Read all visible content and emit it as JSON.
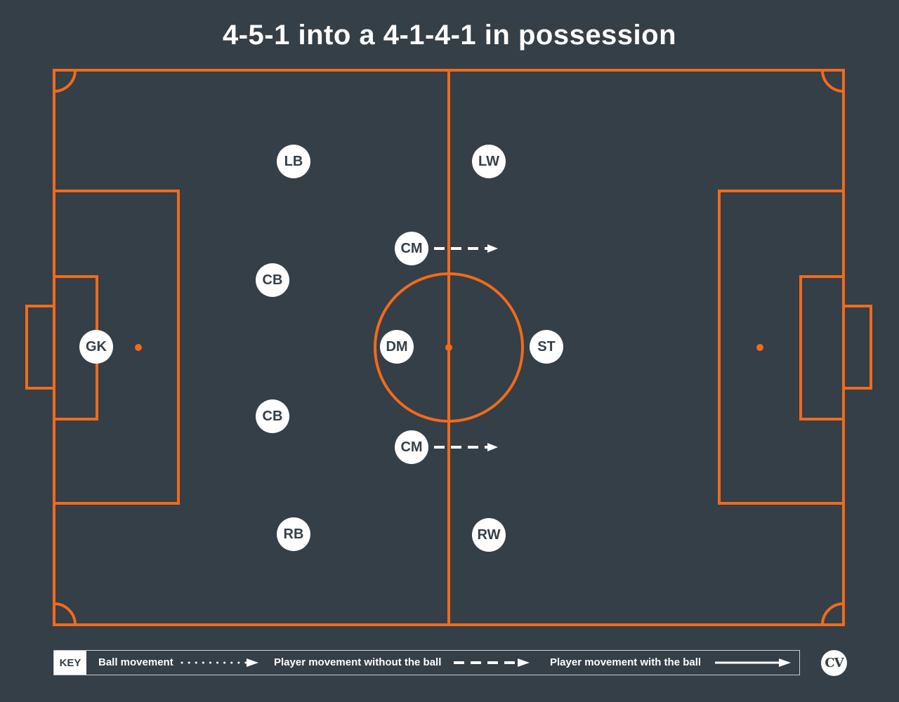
{
  "title": "4-5-1 into a 4-1-4-1 in possession",
  "colors": {
    "background": "#343f48",
    "pitch_lines": "#f26a1b",
    "player_fill": "#ffffff",
    "player_text": "#343f48",
    "arrows": "#ffffff"
  },
  "players": [
    {
      "id": "gk",
      "label": "GK"
    },
    {
      "id": "lb",
      "label": "LB"
    },
    {
      "id": "cb-top",
      "label": "CB"
    },
    {
      "id": "cb-bottom",
      "label": "CB"
    },
    {
      "id": "rb",
      "label": "RB"
    },
    {
      "id": "cm-top",
      "label": "CM"
    },
    {
      "id": "dm",
      "label": "DM"
    },
    {
      "id": "cm-bottom",
      "label": "CM"
    },
    {
      "id": "lw",
      "label": "LW"
    },
    {
      "id": "st",
      "label": "ST"
    },
    {
      "id": "rw",
      "label": "RW"
    }
  ],
  "movements": [
    {
      "from": "cm-top",
      "type": "player-movement-without-ball"
    },
    {
      "from": "cm-bottom",
      "type": "player-movement-without-ball"
    }
  ],
  "key": {
    "label": "KEY",
    "items": [
      {
        "label": "Ball movement",
        "style": "dotted"
      },
      {
        "label": "Player movement without the ball",
        "style": "dashed"
      },
      {
        "label": "Player movement with the ball",
        "style": "solid"
      }
    ]
  },
  "logo": {
    "text": "CV",
    "icon": "cv-logo-icon"
  }
}
